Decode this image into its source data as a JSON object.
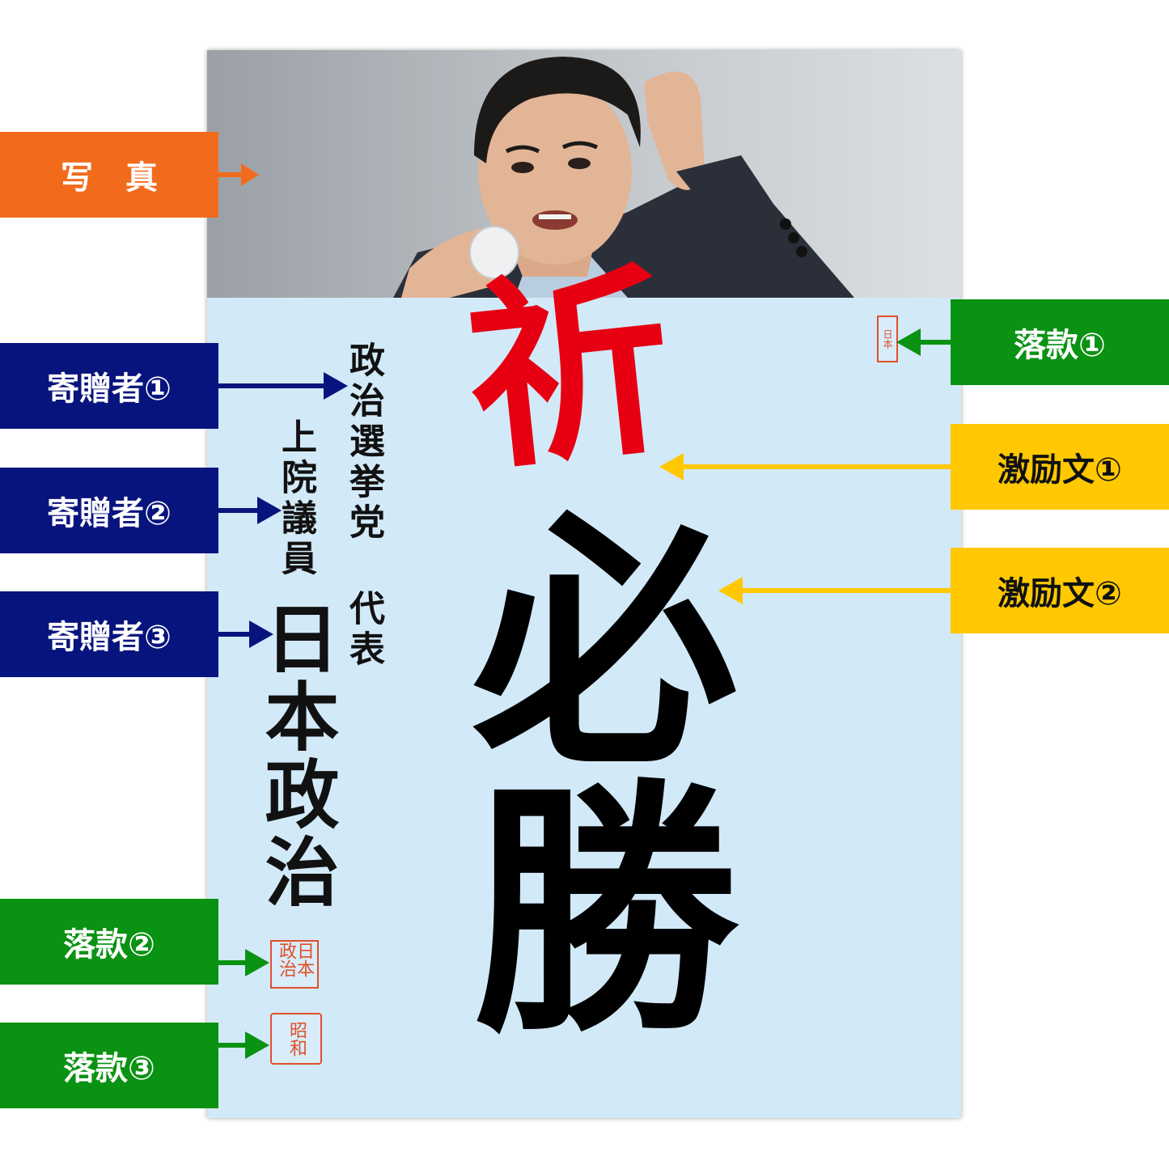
{
  "labels": {
    "photo": "写真",
    "donor1": "寄贈者①",
    "donor2": "寄贈者②",
    "donor3": "寄贈者③",
    "seal1": "落款①",
    "seal2": "落款②",
    "seal3": "落款③",
    "exhortation1": "激励文①",
    "exhortation2": "激励文②"
  },
  "poster": {
    "donor1_text": "政治選挙党 代表",
    "donor2_text": "上院議員",
    "donor3_text": "日本政治",
    "exhortation1_text": "祈",
    "exhortation2_text": "必勝",
    "seal1_text": "日本",
    "seal2_text": "日本政治",
    "seal3_text": "昭和"
  },
  "colors": {
    "photo_label": "#f26b1d",
    "donor_label": "#08147d",
    "seal_label": "#0a9212",
    "exhortation_label": "#ffc800",
    "exhortation1_ink": "#e60012",
    "poster_background": "#d2e9f8"
  }
}
